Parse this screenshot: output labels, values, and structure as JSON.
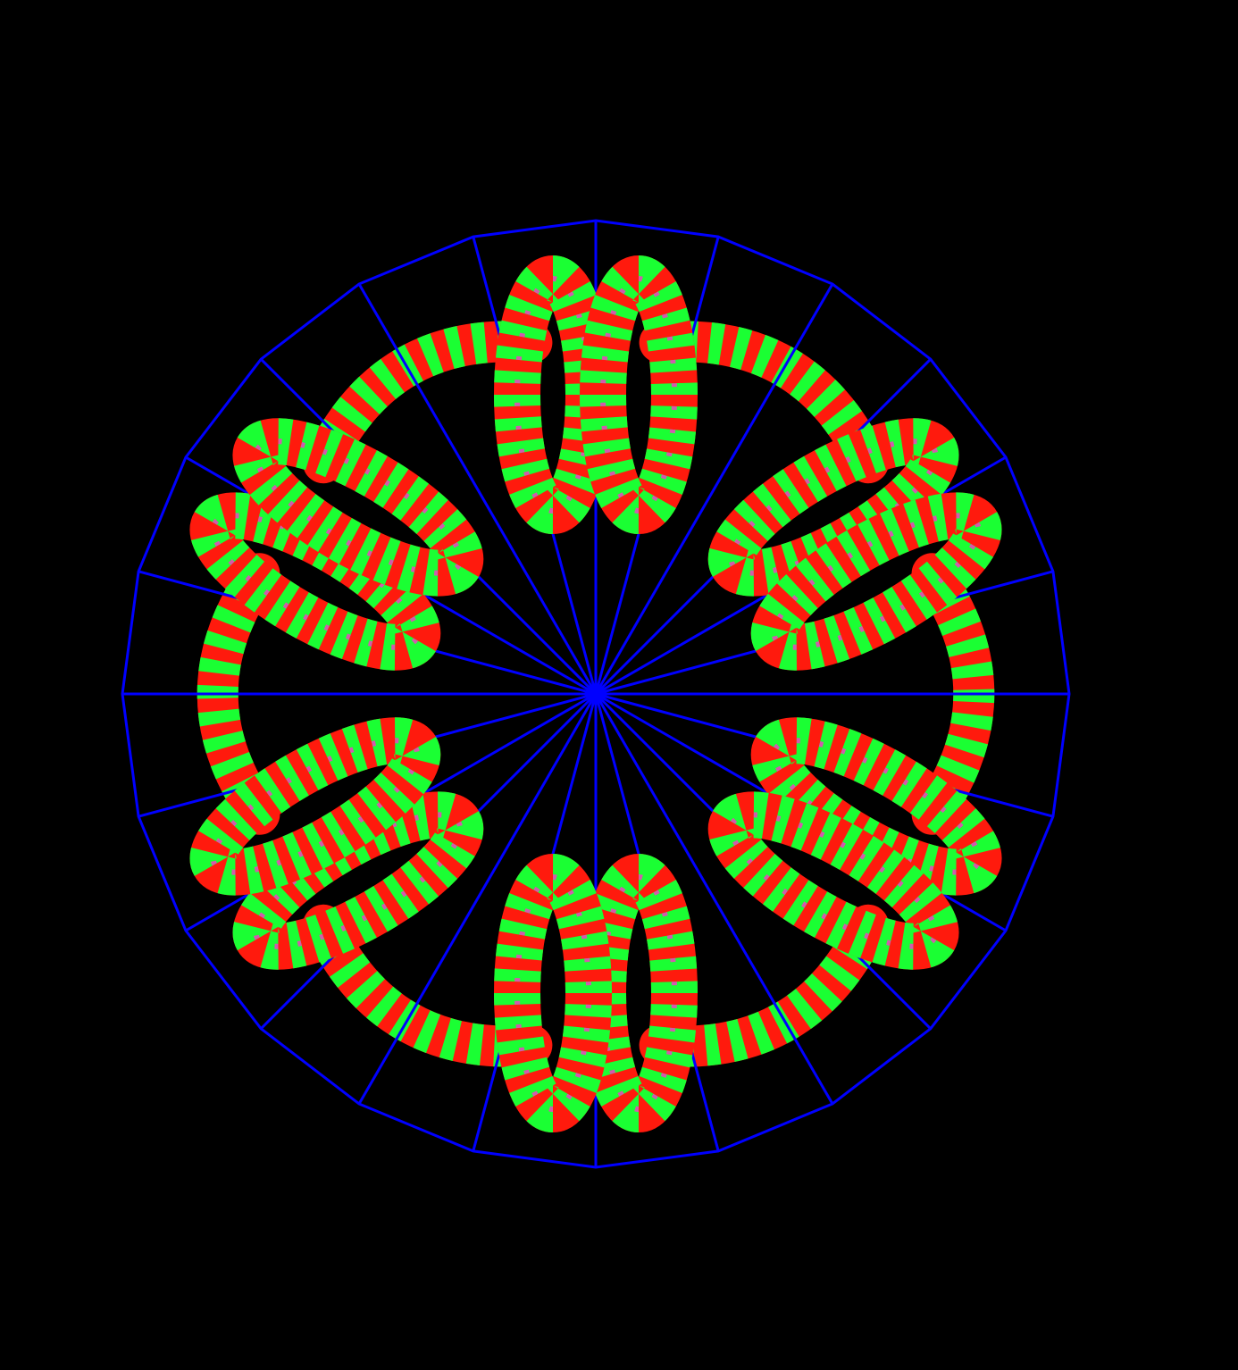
{
  "scene": {
    "background": "#000000",
    "wireframe_color": "#0000ff",
    "coil_colors": [
      "#ff1a0d",
      "#1aff33"
    ],
    "core_color": "#0000ee",
    "accent_colors": [
      "#ff33cc",
      "#33ccff"
    ],
    "wireframe": {
      "radial_spokes": 24,
      "rim_segments": 24
    },
    "coil_groups": 6,
    "coils_per_group": 2,
    "connectors": 6
  }
}
